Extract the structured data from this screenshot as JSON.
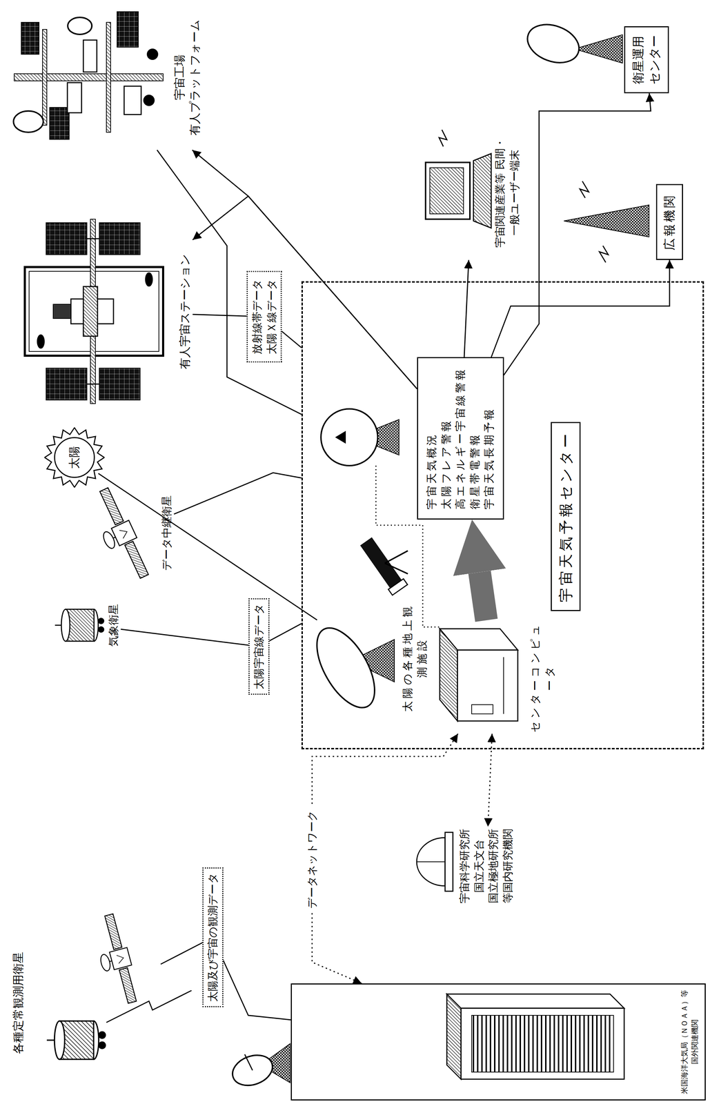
{
  "diagram": {
    "nodes": [
      {
        "text": [
          "太陽"
        ]
      },
      {
        "text": [
          "各種定常観測用衛星"
        ]
      },
      {
        "text": [
          "米国海洋大気局（ＮＯＡＡ）等 国外関連機関"
        ]
      },
      {
        "text": [
          "気象衛星"
        ]
      },
      {
        "text": [
          "データ中継衛星"
        ]
      },
      {
        "text": [
          "有人宇宙ステーション"
        ]
      },
      {
        "text": [
          "宇宙工場",
          "有人プラットフォーム"
        ]
      },
      {
        "text": [
          "宇宙天気予報センター"
        ]
      },
      {
        "text": [
          "太陽の各種地上観測施設"
        ],
        "in": 7
      },
      {
        "text": [
          "センターコンピュータ"
        ],
        "in": 7
      },
      {
        "text": [
          "宇宙天気概況",
          "太陽フレア警報",
          "高エネルギー宇宙線警報",
          "衛星帯電警報",
          "宇宙天気長期予報"
        ],
        "in": 7
      },
      {
        "text": [
          "宇宙科学研究所 国立天文台 国立極地研究所 等国内研究機関"
        ]
      },
      {
        "text": [
          "衛星運用センター"
        ]
      },
      {
        "text": [
          "宇宙関連産業等 民間・一般ユーザー端末"
        ]
      },
      {
        "text": [
          "広報機関"
        ]
      }
    ],
    "edges": [
      {
        "from": 1,
        "to": 2,
        "label": "太陽及び宇宙の観測データ",
        "arrow": "none"
      },
      {
        "from": 0,
        "to": 8,
        "arrow": "none"
      },
      {
        "from": 3,
        "to": 7,
        "label": "太陽宇宙線データ",
        "arrow": "none"
      },
      {
        "from": 4,
        "to": 7,
        "arrow": "none"
      },
      {
        "from": 5,
        "to": 7,
        "label": "放射線帯データ 太陽Ｘ線データ",
        "arrow": "none"
      },
      {
        "from": 6,
        "to": 7,
        "arrow": "none"
      },
      {
        "from": 9,
        "to": 10,
        "arrow": "to"
      },
      {
        "from": 10,
        "to": 5,
        "arrow": "to"
      },
      {
        "from": 10,
        "to": 6,
        "arrow": "to"
      },
      {
        "from": 10,
        "to": 13,
        "arrow": "to"
      },
      {
        "from": 10,
        "to": 12,
        "arrow": "to"
      },
      {
        "from": 10,
        "to": 14,
        "arrow": "to"
      },
      {
        "from": 9,
        "to": 2,
        "label": "データネットワーク",
        "arrow": "both"
      },
      {
        "from": 9,
        "to": 11,
        "arrow": "both"
      }
    ]
  }
}
